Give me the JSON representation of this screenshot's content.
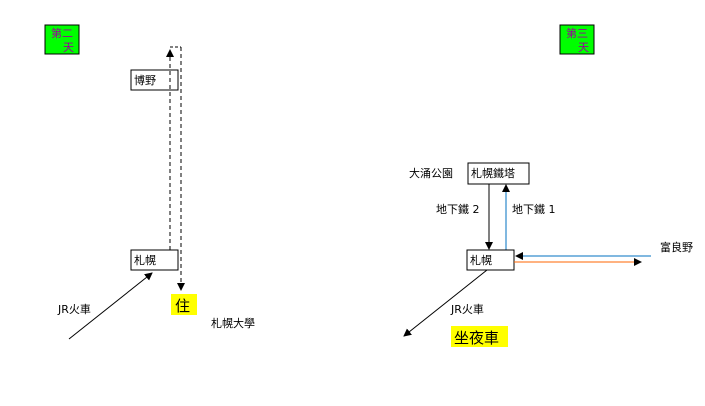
{
  "day2": {
    "badge_line1": "第二",
    "badge_line2": "天",
    "station_top": "博野",
    "station_main": "札幌",
    "jr_label": "JR火車",
    "stay_label": "住",
    "university_label": "札幌大學"
  },
  "day3": {
    "badge_line1": "第三",
    "badge_line2": "天",
    "tower_station": "札幌鐵塔",
    "park_label": "大涌公園",
    "subway2_label": "地下鐵 2",
    "subway1_label": "地下鐵 1",
    "station_main": "札幌",
    "furano_label": "富良野",
    "jr_label": "JR火車",
    "night_train_label": "坐夜車"
  },
  "colors": {
    "badge_bg": "#00ff00",
    "badge_text": "#990099",
    "highlight": "#ffff00",
    "subway1_line": "#0070c0",
    "furano_out_line": "#ff6600",
    "furano_in_line": "#0070c0"
  }
}
